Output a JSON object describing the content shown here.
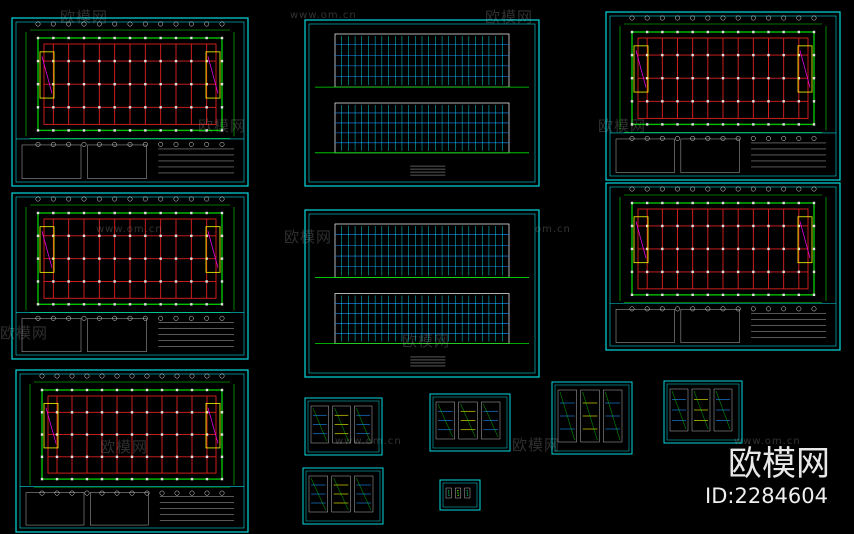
{
  "watermark": {
    "brand_cn": "欧模网",
    "site": "www.om.cn",
    "partial_site": "om.cn",
    "id_label": "ID:2284604"
  },
  "colors": {
    "background": "#000000",
    "frame": "#00d8e0",
    "grid": "#e02020",
    "wall": "#00c000",
    "dim": "#00e000",
    "accent": "#ff00ff",
    "highlight": "#ffff00",
    "white": "#e0e0e0",
    "blue": "#1e90ff"
  },
  "sheets": [
    {
      "id": "plan-1",
      "kind": "floor-plan"
    },
    {
      "id": "plan-2",
      "kind": "floor-plan"
    },
    {
      "id": "plan-3",
      "kind": "floor-plan"
    },
    {
      "id": "elevations-main",
      "kind": "elevation"
    },
    {
      "id": "elevations-side",
      "kind": "elevation"
    },
    {
      "id": "plan-right-1",
      "kind": "floor-plan"
    },
    {
      "id": "plan-right-2",
      "kind": "roof-plan"
    },
    {
      "id": "detail-1",
      "kind": "detail"
    },
    {
      "id": "detail-2",
      "kind": "detail"
    },
    {
      "id": "detail-3",
      "kind": "detail"
    },
    {
      "id": "detail-4",
      "kind": "detail"
    },
    {
      "id": "detail-5",
      "kind": "detail"
    },
    {
      "id": "detail-6",
      "kind": "detail"
    }
  ]
}
